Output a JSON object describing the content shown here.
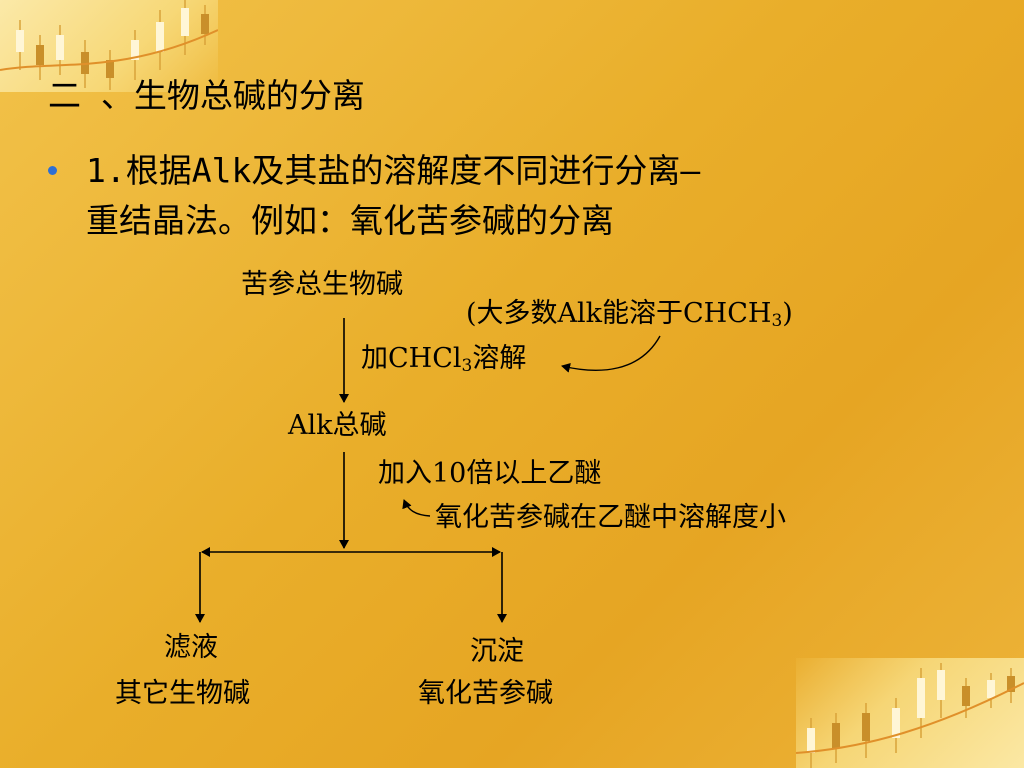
{
  "slide": {
    "title": "二 、生物总碱的分离",
    "bullet": {
      "line1": "1.根据Alk及其盐的溶解度不同进行分离—",
      "line2": "重结晶法。例如：氧化苦参碱的分离"
    }
  },
  "diagram": {
    "start": "苦参总生物碱",
    "note_open": "(大多数Alk能溶于CHCH",
    "note_sub": "3",
    "note_close": ")",
    "step1_pre": "加CHCl",
    "step1_sub": "3",
    "step1_post": "溶解",
    "middle": "Alk总碱",
    "step2": "加入10倍以上乙醚",
    "note2": "氧化苦参碱在乙醚中溶解度小",
    "left_top": "滤液",
    "left_bottom": "其它生物碱",
    "right_top": "沉淀",
    "right_bottom": "氧化苦参碱"
  },
  "colors": {
    "bullet": "#2e6fd4",
    "background": "#e9ae2a"
  }
}
